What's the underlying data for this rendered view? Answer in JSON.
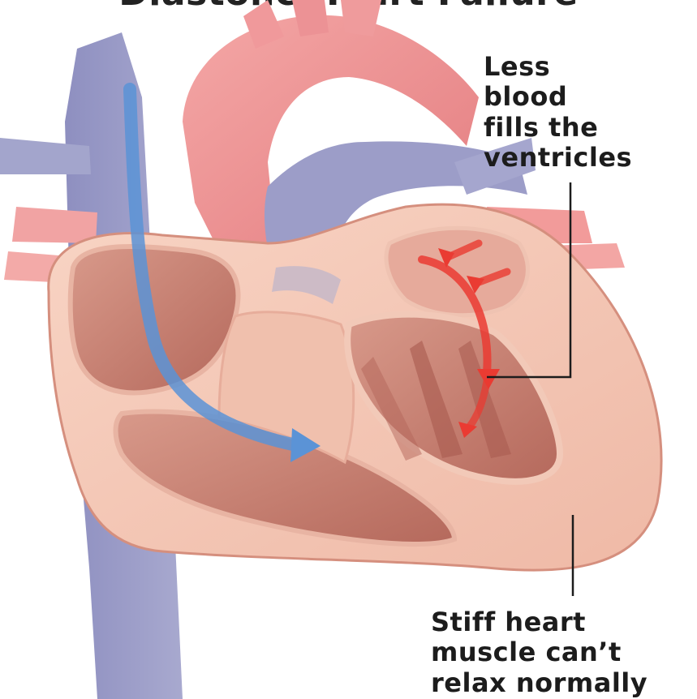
{
  "diagram": {
    "title_partial": "Diastolic Heart Failure",
    "label_less_blood": {
      "line1": "Less",
      "line2": "blood",
      "line3": "fills the",
      "line4": "ventricles"
    },
    "label_stiff_muscle": {
      "line1": "Stiff heart",
      "line2": "muscle can’t",
      "line3": "relax normally"
    },
    "colors": {
      "background": "#ffffff",
      "artery_red": "#f09a9c",
      "vein_blue": "#9a9cc4",
      "muscle_pink": "#f5c8b8",
      "chamber_tissue": "#c27f72",
      "blood_flow_blue": "#5b93d6",
      "blood_flow_red": "#ea3b32",
      "leader_line": "#1c1c1c",
      "text": "#1c1c1c"
    }
  }
}
